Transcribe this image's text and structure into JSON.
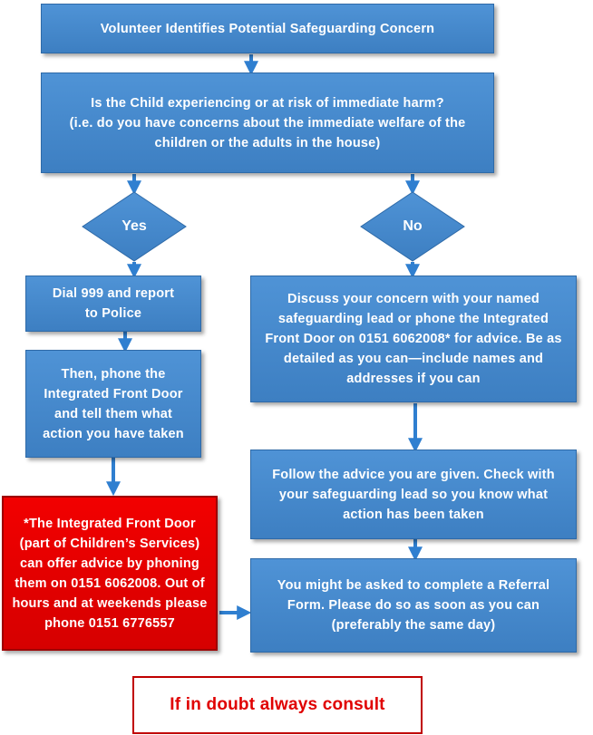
{
  "start": "Volunteer Identifies Potential Safeguarding Concern",
  "question": {
    "line1": "Is the Child experiencing or at risk of immediate harm?",
    "line2": "(i.e. do you have concerns about the immediate welfare of the",
    "line3": "children or the adults in the house)"
  },
  "decision_yes": "Yes",
  "decision_no": "No",
  "yes_step1": "Dial 999 and report to Police",
  "yes_step2": "Then, phone the Integrated Front Door and tell them what action you have taken",
  "info_box": "*The Integrated Front Door (part of Children’s Services) can offer advice by phoning them on 0151 6062008. Out of hours and at weekends please phone 0151 6776557",
  "no_step1": "Discuss your concern with your named safeguarding lead or phone the Integrated Front Door on 0151 6062008* for  advice. Be as detailed as you can—include names and addresses if you can",
  "no_step2": "Follow the advice you are given. Check with your safeguarding lead so you know what action has been taken",
  "referral": "You might be asked to complete a Referral Form. Please do so as soon as you can (preferably the same day)",
  "footer": "If in doubt always consult",
  "colors": {
    "box_fill": "#4a8fd4",
    "box_border": "#2e6aa8",
    "arrow": "#2f7fd0",
    "alert_fill": "#e60000",
    "consult_text": "#e00000"
  }
}
